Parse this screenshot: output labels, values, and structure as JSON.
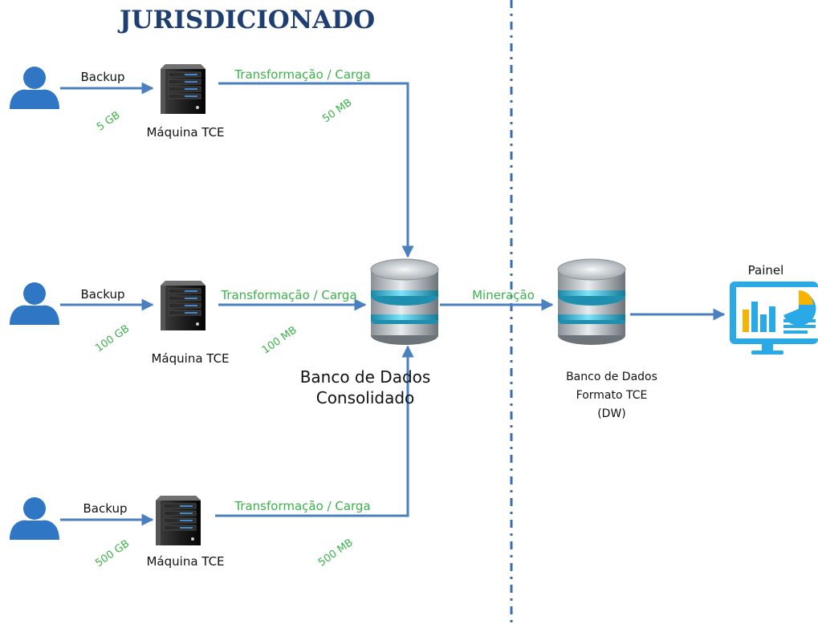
{
  "title": "JURISDICIONADO",
  "rows": [
    {
      "backup_label": "Backup",
      "size_label": "5 GB",
      "machine_label": "Máquina TCE",
      "transform_label": "Transformação / Carga",
      "load_size": "50 MB"
    },
    {
      "backup_label": "Backup",
      "size_label": "100 GB",
      "machine_label": "Máquina TCE",
      "transform_label": "Transformação / Carga",
      "load_size": "100 MB"
    },
    {
      "backup_label": "Backup",
      "size_label": "500 GB",
      "machine_label": "Máquina TCE",
      "transform_label": "Transformação / Carga",
      "load_size": "500 MB"
    }
  ],
  "consolidated_db": {
    "line1": "Banco de Dados",
    "line2": "Consolidado"
  },
  "mining_label": "Mineração",
  "dw_db": {
    "line1": "Banco de Dados",
    "line2": "Formato TCE",
    "line3": "(DW)"
  },
  "panel_label": "Painel",
  "colors": {
    "title": "#1f3f73",
    "arrow": "#4a7fc0",
    "green_text": "#3cb24a",
    "user": "#2f77c4",
    "db_ring": "#47c3e0",
    "panel": "#29a9e6",
    "divider": "#3a6db5"
  },
  "icons": [
    "user-icon",
    "server-icon",
    "database-icon",
    "dashboard-monitor-icon"
  ]
}
